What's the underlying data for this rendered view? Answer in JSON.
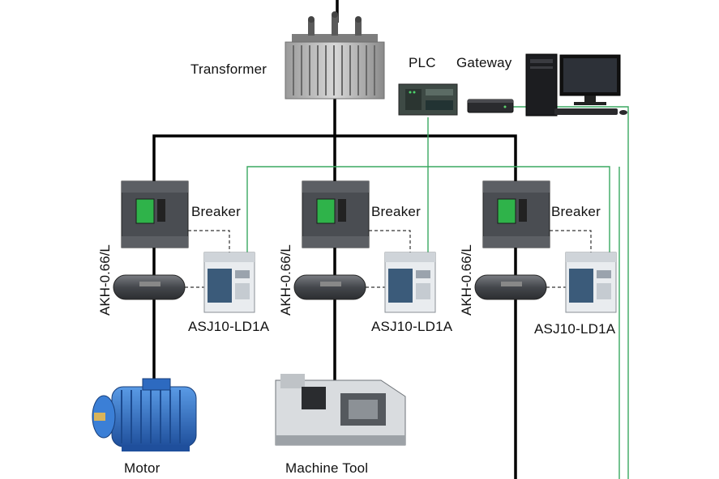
{
  "labels": {
    "transformer": "Transformer",
    "plc": "PLC",
    "gateway": "Gateway",
    "motor": "Motor",
    "machine_tool": "Machine Tool"
  },
  "branches": [
    {
      "breaker": "Breaker",
      "sensor": "AKH-0.66/L",
      "meter": "ASJ10-LD1A"
    },
    {
      "breaker": "Breaker",
      "sensor": "AKH-0.66/L",
      "meter": "ASJ10-LD1A"
    },
    {
      "breaker": "Breaker",
      "sensor": "AKH-0.66/L",
      "meter": "ASJ10-LD1A"
    }
  ],
  "colors": {
    "power_line": "#000000",
    "comm_line": "#3aa860",
    "device_gray": "#4a4d52",
    "breaker_green": "#2fb34a",
    "motor_blue": "#2f6fc4"
  }
}
